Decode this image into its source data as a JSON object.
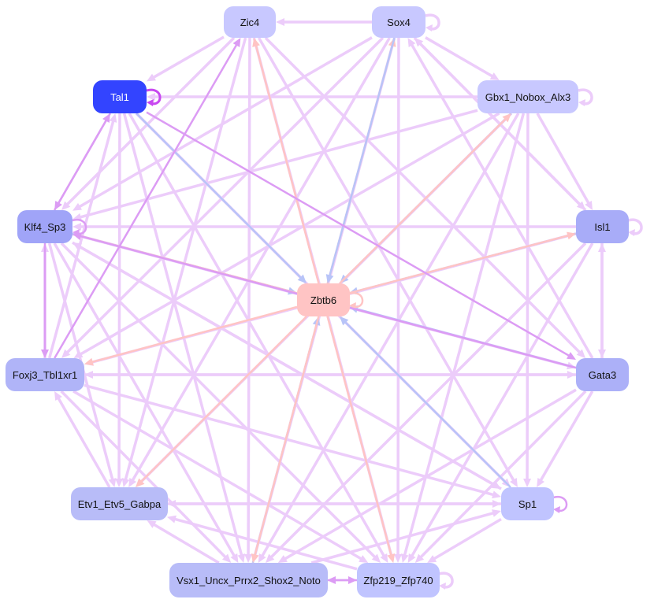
{
  "graph": {
    "nodes": [
      {
        "id": "zic4",
        "label": "Zic4",
        "color": "#c8c8ff",
        "text": "#111111"
      },
      {
        "id": "sox4",
        "label": "Sox4",
        "color": "#c8c8ff",
        "text": "#111111"
      },
      {
        "id": "tal1",
        "label": "Tal1",
        "color": "#3344ff",
        "text": "#ffffff"
      },
      {
        "id": "gbx1",
        "label": "Gbx1_Nobox_Alx3",
        "color": "#c8c8ff",
        "text": "#111111"
      },
      {
        "id": "klf4",
        "label": "Klf4_Sp3",
        "color": "#a0a4f8",
        "text": "#111111"
      },
      {
        "id": "isl1",
        "label": "Isl1",
        "color": "#a8acf8",
        "text": "#111111"
      },
      {
        "id": "zbtb6",
        "label": "Zbtb6",
        "color": "#ffc4c4",
        "text": "#111111"
      },
      {
        "id": "foxj3",
        "label": "Foxj3_Tbl1xr1",
        "color": "#b0b4f8",
        "text": "#111111"
      },
      {
        "id": "gata3",
        "label": "Gata3",
        "color": "#acb0f8",
        "text": "#111111"
      },
      {
        "id": "etv1",
        "label": "Etv1_Etv5_Gabpa",
        "color": "#b8bcf8",
        "text": "#111111"
      },
      {
        "id": "sp1",
        "label": "Sp1",
        "color": "#c0c4ff",
        "text": "#111111"
      },
      {
        "id": "vsx1",
        "label": "Vsx1_Uncx_Prrx2_Shox2_Noto",
        "color": "#b8bcf8",
        "text": "#111111"
      },
      {
        "id": "zfp219",
        "label": "Zfp219_Zfp740",
        "color": "#c0c4ff",
        "text": "#111111"
      }
    ],
    "edge_colors": {
      "light": "#ecccfa",
      "medium": "#dc9cf4",
      "strong": "#c848f0",
      "blue": "#b8c4f8",
      "pink": "#ffc4c4"
    },
    "edges": [
      [
        "zbtb6",
        "zic4",
        "pink"
      ],
      [
        "zbtb6",
        "sox4",
        "pink"
      ],
      [
        "sox4",
        "zbtb6",
        "blue"
      ],
      [
        "gbx1",
        "zbtb6",
        "blue"
      ],
      [
        "zbtb6",
        "gbx1",
        "pink"
      ],
      [
        "isl1",
        "zbtb6",
        "blue"
      ],
      [
        "zbtb6",
        "isl1",
        "pink"
      ],
      [
        "gata3",
        "zbtb6",
        "blue"
      ],
      [
        "sp1",
        "zbtb6",
        "blue"
      ],
      [
        "zbtb6",
        "zfp219",
        "pink"
      ],
      [
        "vsx1",
        "zbtb6",
        "blue"
      ],
      [
        "zbtb6",
        "vsx1",
        "pink"
      ],
      [
        "zbtb6",
        "etv1",
        "pink"
      ],
      [
        "klf4",
        "zbtb6",
        "blue"
      ],
      [
        "zbtb6",
        "klf4",
        "pink"
      ],
      [
        "zbtb6",
        "foxj3",
        "pink"
      ],
      [
        "tal1",
        "zbtb6",
        "blue"
      ],
      [
        "zbtb6",
        "zbtb6",
        "pink"
      ],
      [
        "tal1",
        "tal1",
        "strong"
      ],
      [
        "sox4",
        "sox4",
        "light"
      ],
      [
        "gbx1",
        "gbx1",
        "light"
      ],
      [
        "isl1",
        "isl1",
        "light"
      ],
      [
        "klf4",
        "klf4",
        "medium"
      ],
      [
        "sp1",
        "sp1",
        "medium"
      ],
      [
        "zfp219",
        "zfp219",
        "light"
      ],
      [
        "sox4",
        "zic4",
        "light"
      ],
      [
        "zic4",
        "tal1",
        "light"
      ],
      [
        "gbx1",
        "tal1",
        "light"
      ],
      [
        "tal1",
        "klf4",
        "medium"
      ],
      [
        "klf4",
        "tal1",
        "medium"
      ],
      [
        "foxj3",
        "zic4",
        "medium"
      ],
      [
        "klf4",
        "foxj3",
        "medium"
      ],
      [
        "foxj3",
        "tal1",
        "light"
      ],
      [
        "sox4",
        "gbx1",
        "light"
      ],
      [
        "gbx1",
        "isl1",
        "light"
      ],
      [
        "isl1",
        "gata3",
        "light"
      ],
      [
        "gata3",
        "isl1",
        "light"
      ],
      [
        "gata3",
        "sp1",
        "light"
      ],
      [
        "sp1",
        "zfp219",
        "light"
      ],
      [
        "zfp219",
        "vsx1",
        "medium"
      ],
      [
        "vsx1",
        "zfp219",
        "medium"
      ],
      [
        "vsx1",
        "etv1",
        "light"
      ],
      [
        "etv1",
        "foxj3",
        "light"
      ],
      [
        "foxj3",
        "klf4",
        "light"
      ],
      [
        "tal1",
        "etv1",
        "light"
      ],
      [
        "tal1",
        "vsx1",
        "light"
      ],
      [
        "tal1",
        "zfp219",
        "light"
      ],
      [
        "tal1",
        "sp1",
        "light"
      ],
      [
        "tal1",
        "gata3",
        "medium"
      ],
      [
        "zic4",
        "sp1",
        "light"
      ],
      [
        "zic4",
        "gata3",
        "light"
      ],
      [
        "zic4",
        "zfp219",
        "light"
      ],
      [
        "zic4",
        "vsx1",
        "light"
      ],
      [
        "zic4",
        "etv1",
        "light"
      ],
      [
        "sox4",
        "foxj3",
        "light"
      ],
      [
        "sox4",
        "etv1",
        "light"
      ],
      [
        "sox4",
        "vsx1",
        "light"
      ],
      [
        "sox4",
        "zfp219",
        "light"
      ],
      [
        "sox4",
        "klf4",
        "light"
      ],
      [
        "isl1",
        "sox4",
        "light"
      ],
      [
        "gata3",
        "sox4",
        "light"
      ],
      [
        "isl1",
        "klf4",
        "light"
      ],
      [
        "isl1",
        "foxj3",
        "light"
      ],
      [
        "isl1",
        "vsx1",
        "light"
      ],
      [
        "isl1",
        "zfp219",
        "light"
      ],
      [
        "gbx1",
        "foxj3",
        "light"
      ],
      [
        "gbx1",
        "etv1",
        "light"
      ],
      [
        "gbx1",
        "klf4",
        "light"
      ],
      [
        "gbx1",
        "vsx1",
        "light"
      ],
      [
        "gbx1",
        "zfp219",
        "light"
      ],
      [
        "gbx1",
        "sp1",
        "light"
      ],
      [
        "gata3",
        "foxj3",
        "light"
      ],
      [
        "foxj3",
        "gata3",
        "light"
      ],
      [
        "gata3",
        "vsx1",
        "light"
      ],
      [
        "gata3",
        "zfp219",
        "light"
      ],
      [
        "gata3",
        "klf4",
        "medium"
      ],
      [
        "klf4",
        "sp1",
        "light"
      ],
      [
        "klf4",
        "zfp219",
        "light"
      ],
      [
        "klf4",
        "vsx1",
        "light"
      ],
      [
        "klf4",
        "etv1",
        "light"
      ],
      [
        "klf4",
        "gata3",
        "light"
      ],
      [
        "foxj3",
        "sp1",
        "light"
      ],
      [
        "foxj3",
        "zfp219",
        "light"
      ],
      [
        "foxj3",
        "vsx1",
        "light"
      ],
      [
        "sp1",
        "etv1",
        "light"
      ],
      [
        "etv1",
        "sp1",
        "light"
      ],
      [
        "zfp219",
        "etv1",
        "light"
      ],
      [
        "vsx1",
        "sp1",
        "light"
      ],
      [
        "sp1",
        "klf4",
        "light"
      ],
      [
        "zic4",
        "klf4",
        "light"
      ],
      [
        "sox4",
        "isl1",
        "light"
      ]
    ]
  }
}
